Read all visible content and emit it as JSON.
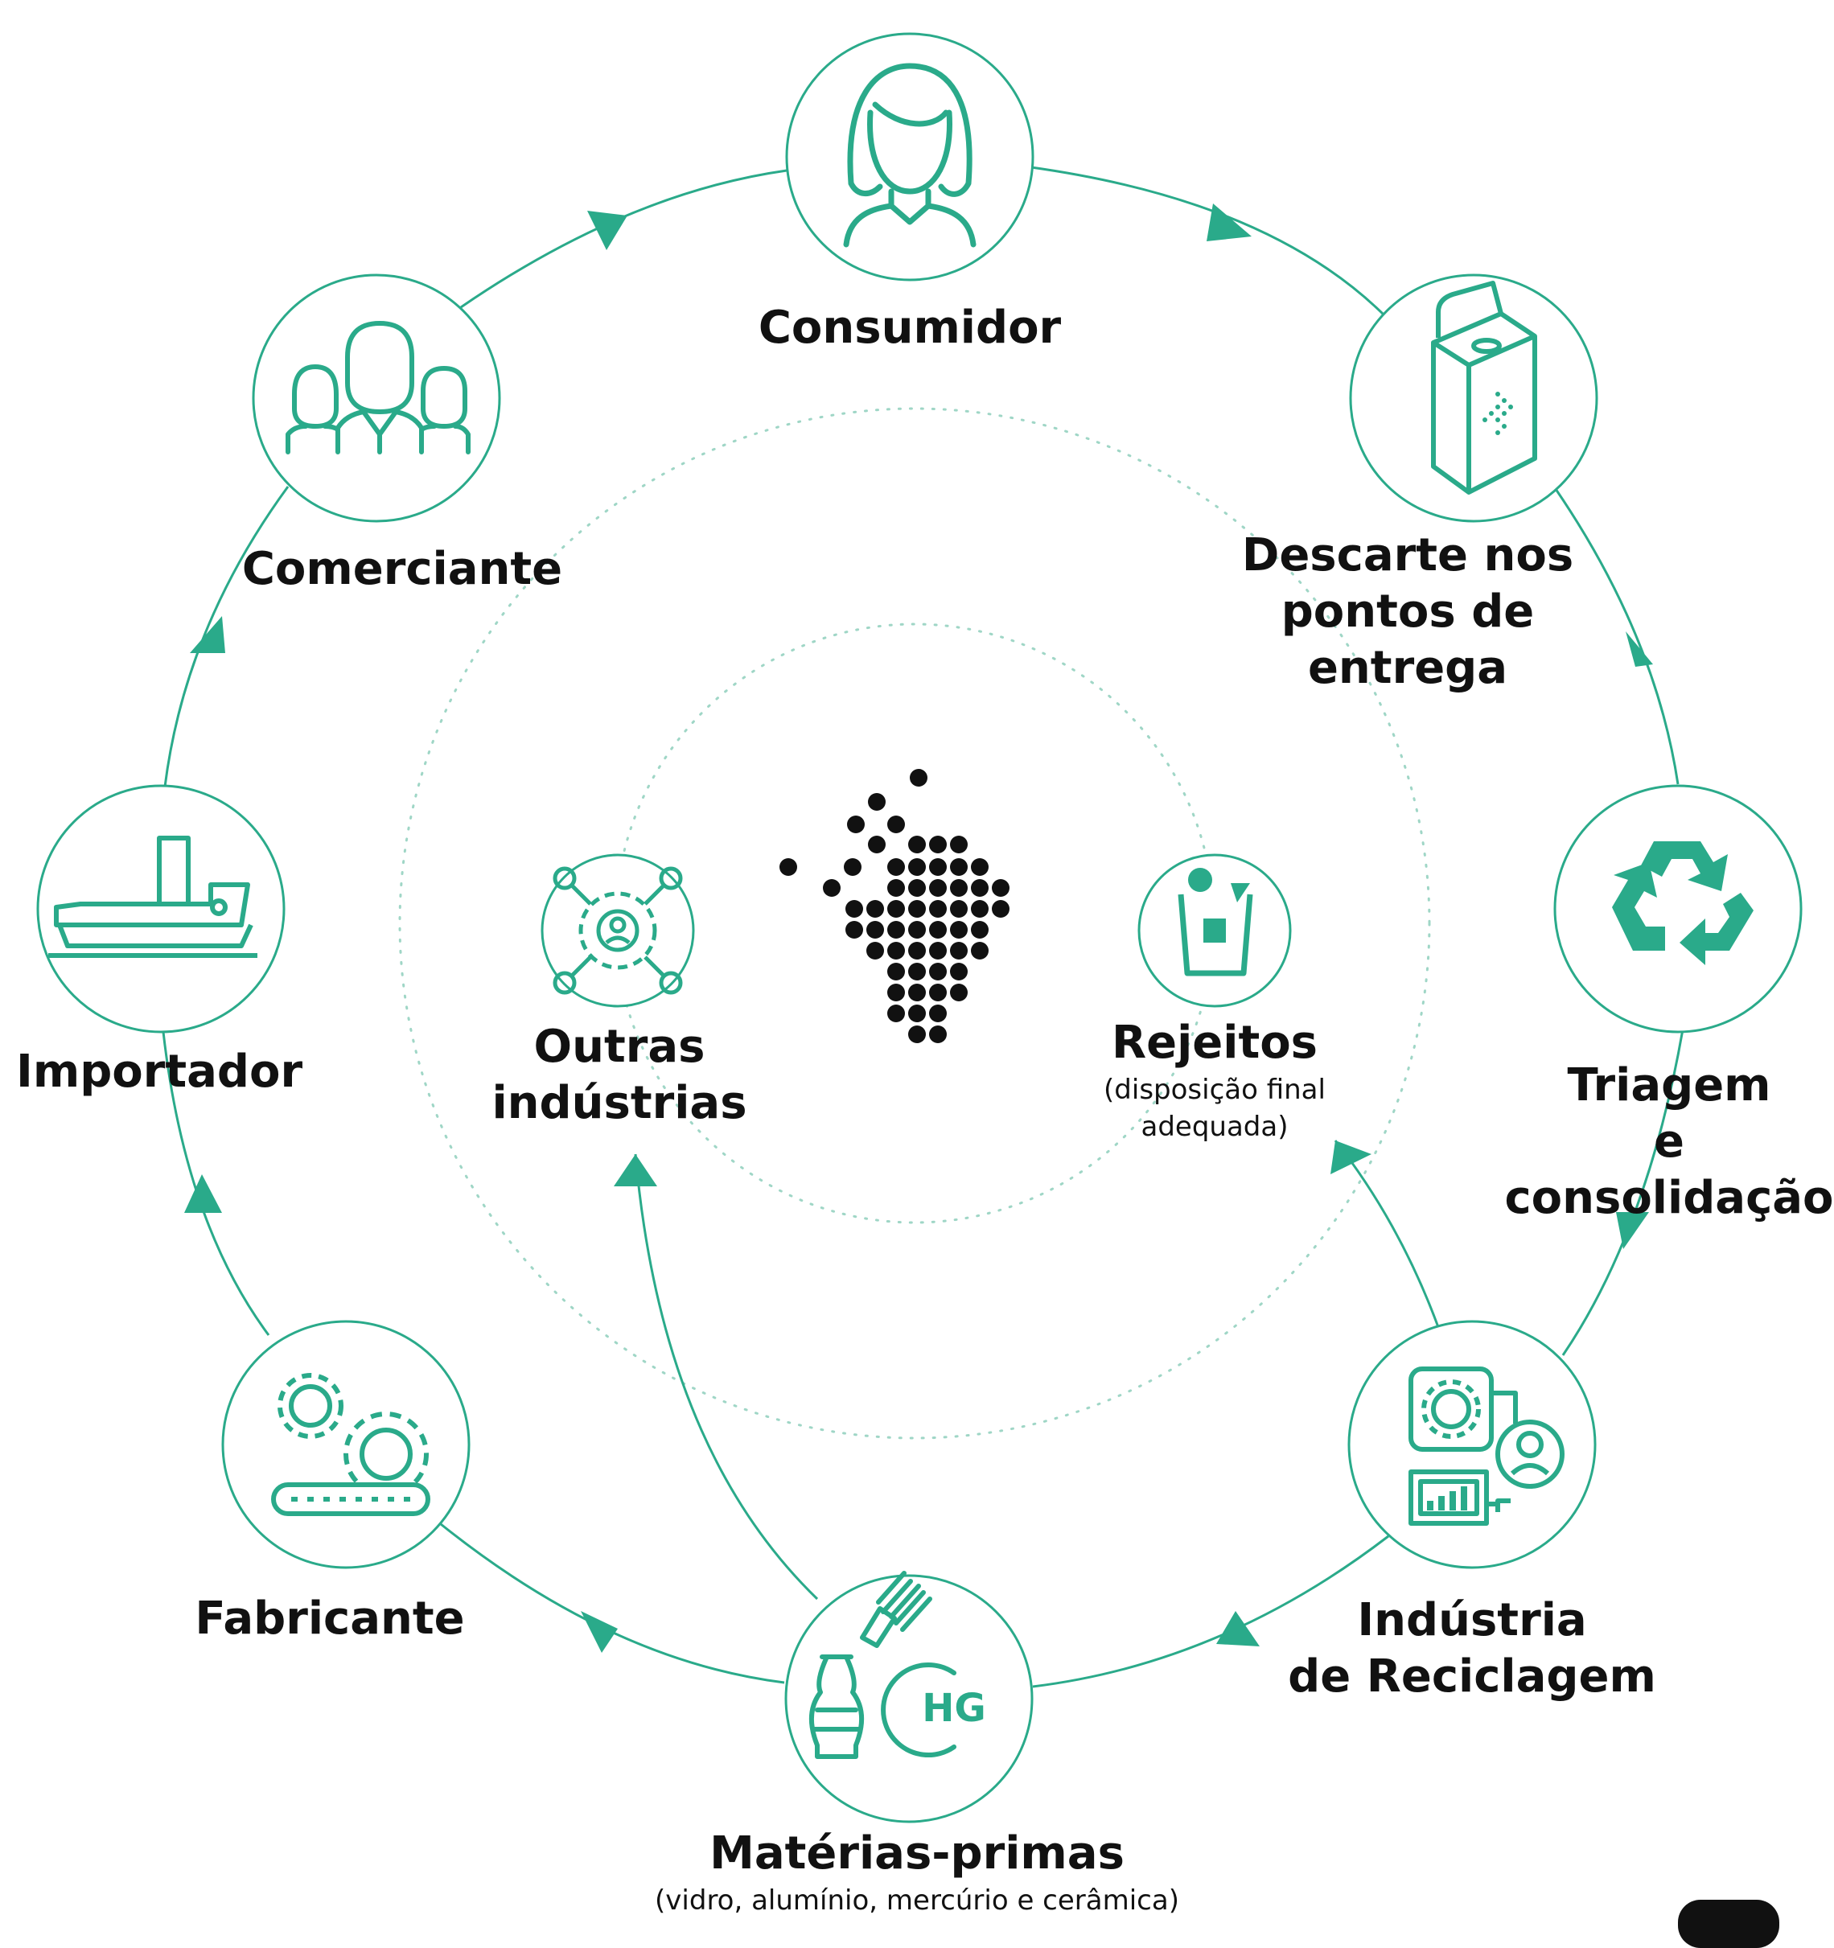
{
  "colors": {
    "accent": "#2aaa8a",
    "text": "#111111",
    "background": "#ffffff"
  },
  "center": {
    "icon": "brazil-map-dots-icon"
  },
  "nodes": {
    "consumidor": {
      "icon": "woman-icon",
      "label": "Consumidor"
    },
    "descarte": {
      "icon": "collection-box-icon",
      "line1": "Descarte nos",
      "line2": "pontos de entrega"
    },
    "triagem": {
      "icon": "recycle-icon",
      "line1": "Triagem",
      "line2": "e consolidação"
    },
    "industria": {
      "icon": "factory-dashboard-icon",
      "line1": "Indústria",
      "line2": "de Reciclagem"
    },
    "materias": {
      "icon": "raw-materials-icon",
      "label": "Matérias-primas",
      "sublabel": "(vidro, alumínio, mercúrio e cerâmica)",
      "hg": "HG"
    },
    "fabricante": {
      "icon": "conveyor-gears-icon",
      "label": "Fabricante"
    },
    "importador": {
      "icon": "ship-icon",
      "label": "Importador"
    },
    "comerciante": {
      "icon": "people-group-icon",
      "label": "Comerciante"
    }
  },
  "inner_nodes": {
    "outras": {
      "icon": "gear-network-icon",
      "line1": "Outras",
      "line2": "indústrias"
    },
    "rejeitos": {
      "icon": "waste-bin-icon",
      "label": "Rejeitos",
      "sub1": "(disposição final",
      "sub2": "adequada)"
    }
  }
}
